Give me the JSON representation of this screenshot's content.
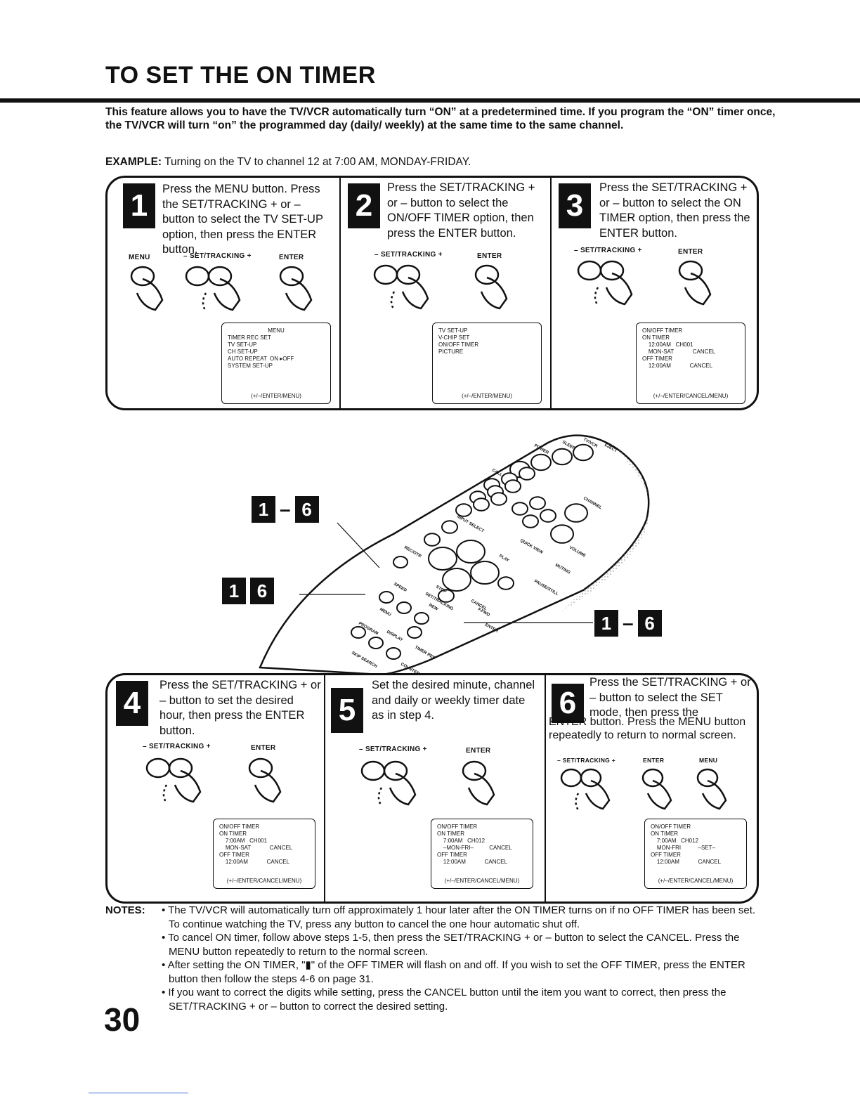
{
  "title": "TO SET THE ON TIMER",
  "intro": "This feature allows you to have the TV/VCR automatically turn “ON” at a predetermined time. If you program the “ON” timer once, the TV/VCR will turn “on” the programmed day (daily/ weekly) at the same time to the same channel.",
  "example": {
    "label": "EXAMPLE:",
    "text": " Turning on the TV to channel 12 at 7:00 AM, MONDAY-FRIDAY."
  },
  "buttons": {
    "menu": "MENU",
    "settracking": "– SET/TRACKING +",
    "enter": "ENTER"
  },
  "steps": [
    {
      "num": "1",
      "text": "Press the MENU button. Press the SET/TRACKING + or – button to select the TV SET-UP option, then press the ENTER button.",
      "osd": [
        "MENU",
        "TIMER REC SET",
        "TV SET-UP",
        "CH SET-UP",
        "AUTO REPEAT  ON ▸OFF",
        "SYSTEM SET-UP"
      ],
      "osd_foot": "(+/–/ENTER/MENU)"
    },
    {
      "num": "2",
      "text": "Press the SET/TRACKING + or – button to select the ON/OFF TIMER option, then press the ENTER button.",
      "osd": [
        "TV SET-UP",
        "V-CHIP SET",
        "ON/OFF TIMER",
        "PICTURE"
      ],
      "osd_foot": "(+/–/ENTER/MENU)"
    },
    {
      "num": "3",
      "text": "Press the SET/TRACKING + or – button to select the ON TIMER option, then press the ENTER button.",
      "osd": [
        "ON/OFF TIMER",
        "ON TIMER",
        "    12:00AM   CH001",
        "    MON-SAT            CANCEL",
        "",
        "OFF TIMER",
        "    12:00AM            CANCEL"
      ],
      "osd_foot": "(+/–/ENTER/CANCEL/MENU)"
    },
    {
      "num": "4",
      "text": "Press the SET/TRACKING + or – button to set the desired hour, then press the ENTER button.",
      "osd": [
        "ON/OFF TIMER",
        "ON TIMER",
        "    7:00AM   CH001",
        "    MON-SAT            CANCEL",
        "",
        "OFF TIMER",
        "    12:00AM            CANCEL"
      ],
      "osd_foot": "(+/–/ENTER/CANCEL/MENU)"
    },
    {
      "num": "5",
      "text": "Set the desired minute, channel and daily or weekly timer date as in step 4.",
      "osd": [
        "ON/OFF TIMER",
        "ON TIMER",
        "    7:00AM   CH012",
        "    –MON-FRI–          CANCEL",
        "",
        "OFF TIMER",
        "    12:00AM            CANCEL"
      ],
      "osd_foot": "(+/–/ENTER/CANCEL/MENU)"
    },
    {
      "num": "6",
      "text_a": "Press the SET/TRACKING + or – button to select the SET mode, then press the",
      "text_b": "ENTER button. Press the MENU button repeatedly to return to normal screen.",
      "osd": [
        "ON/OFF TIMER",
        "ON TIMER",
        "    7:00AM   CH012",
        "    MON-FRI           –SET–",
        "",
        "OFF TIMER",
        "    12:00AM            CANCEL"
      ],
      "osd_foot": "(+/–/ENTER/CANCEL/MENU)"
    }
  ],
  "remote": {
    "callout_a": [
      "1",
      "–",
      "6"
    ],
    "callout_b": [
      "1",
      "6"
    ],
    "callout_c": [
      "1",
      "–",
      "6"
    ],
    "keys": [
      "POWER",
      "SLEEP",
      "TV/VCR",
      "EJECT",
      "CALL",
      "CHANNEL",
      "INPUT SELECT",
      "QUICK VIEW",
      "VOLUME",
      "REC/OTR",
      "MUTING",
      "PLAY",
      "REW",
      "F.FWD",
      "PAUSE/STILL",
      "SPEED",
      "STOP",
      "MENU",
      "SET/TRACKING",
      "CANCEL",
      "ENTER",
      "PROGRAM",
      "TIMER REC",
      "COUNTER RESET",
      "DISPLAY",
      "SKIP SEARCH"
    ]
  },
  "notes": {
    "label": "NOTES:",
    "items": [
      "• The TV/VCR will automatically turn off approximately 1 hour later after the ON TIMER turns on if no OFF TIMER has been set. To continue watching the TV, press any button to cancel the one hour automatic shut off.",
      "• To cancel ON timer, follow above steps 1-5, then press the SET/TRACKING + or – button to select the CANCEL. Press the MENU button repeatedly to return to the normal screen.",
      "• After setting the ON TIMER, \"▮\" of the OFF TIMER will flash on and off. If you wish to set the OFF TIMER, press the ENTER button then follow the steps 4-6 on page 31.",
      "• If you want to correct the digits while setting, press the CANCEL button until the item you want to correct, then press the SET/TRACKING + or – button to correct the desired setting."
    ]
  },
  "page_number": "30"
}
